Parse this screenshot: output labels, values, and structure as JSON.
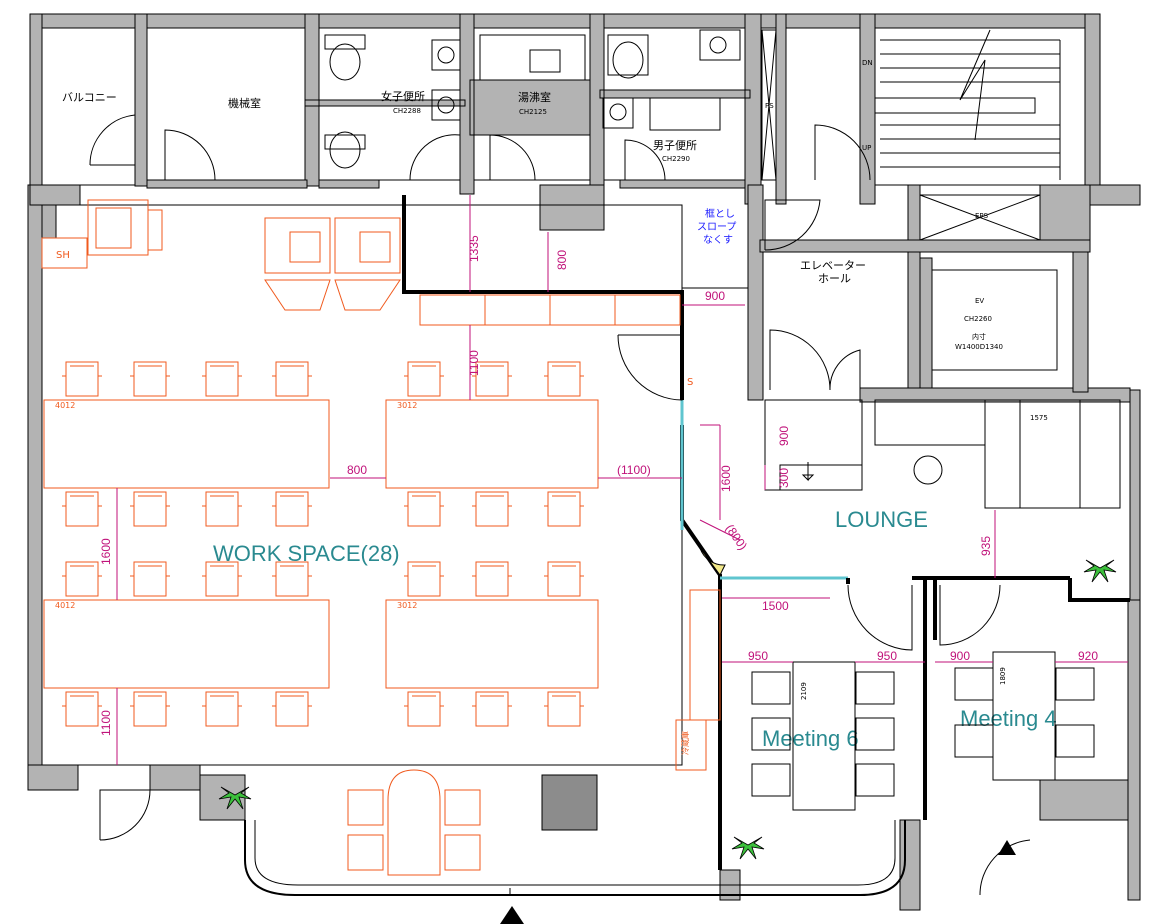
{
  "plan": {
    "rooms": {
      "balcony": "バルコニー",
      "machine_room": "機械室",
      "womens_toilet": "女子便所",
      "womens_toilet_ch": "CH2288",
      "kitchenette": "湯沸室",
      "kitchenette_ch": "CH2125",
      "mens_toilet": "男子便所",
      "mens_toilet_ch": "CH2290",
      "elevator_hall_1": "エレベーター",
      "elevator_hall_2": "ホール",
      "ev": "EV",
      "ev_ch": "CH2260",
      "ev_inner": "内寸",
      "ev_size": "W1400D1340",
      "eps": "EPS",
      "ps": "PS",
      "fridge": "冷蔵庫",
      "sh": "SH"
    },
    "notes": {
      "slope_1": "框とし",
      "slope_2": "スロープ",
      "slope_3": "なくす"
    },
    "zones": {
      "workspace": "WORK SPACE(28)",
      "lounge": "LOUNGE",
      "meeting6": "Meeting 6",
      "meeting4": "Meeting 4"
    },
    "stairs": {
      "dn": "DN",
      "up": "UP"
    },
    "tables": {
      "t1": "4012",
      "t2": "3012",
      "t3": "4012",
      "t4": "3012",
      "m6": "2109",
      "m4": "1809",
      "lounge_sofa": "1575",
      "s_mark": "S"
    },
    "dimensions": {
      "d1335": "1335",
      "d800a": "800",
      "d900a": "900",
      "d1100a": "1100",
      "d800b": "800",
      "d1100p": "(1100)",
      "d1600a": "1600",
      "d1600b": "1600",
      "d1100b": "1100",
      "d900b": "900",
      "d300": "300",
      "d800c": "(800)",
      "d935": "935",
      "d1500": "1500",
      "d950a": "950",
      "d950b": "950",
      "d900c": "900",
      "d920": "920"
    },
    "colors": {
      "wall": "#b3b3b3",
      "furniture": "#f05a1e",
      "dimension": "#c0127a",
      "zone": "#2a8a90",
      "note": "#1a1aff"
    }
  }
}
